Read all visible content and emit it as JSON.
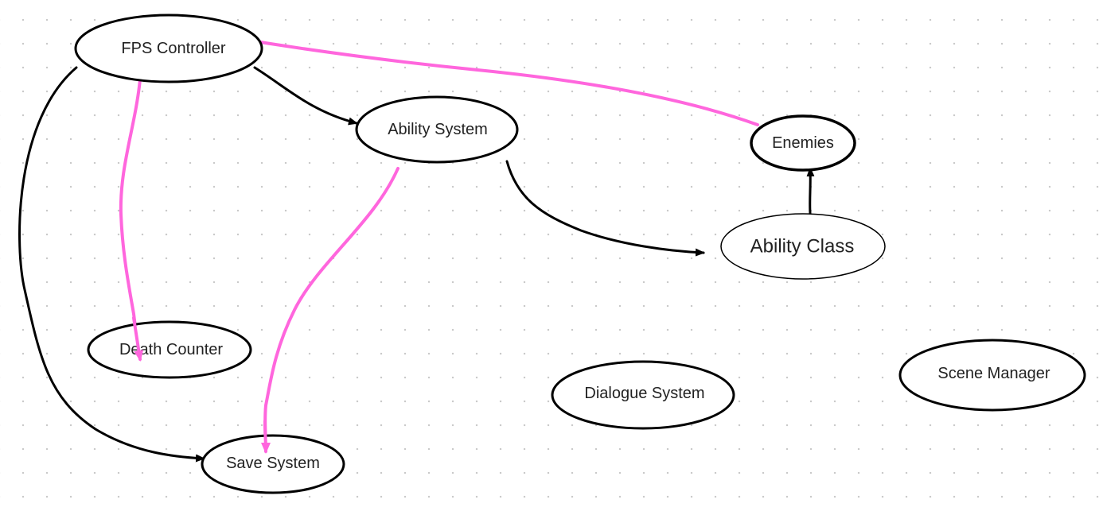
{
  "diagram": {
    "nodes": [
      {
        "id": "fps",
        "label": "FPS Controller"
      },
      {
        "id": "ability_system",
        "label": "Ability System"
      },
      {
        "id": "enemies",
        "label": "Enemies"
      },
      {
        "id": "ability_class",
        "label": "Ability Class"
      },
      {
        "id": "death_counter",
        "label": "Death Counter"
      },
      {
        "id": "dialogue",
        "label": "Dialogue System"
      },
      {
        "id": "scene_manager",
        "label": "Scene Manager"
      },
      {
        "id": "save",
        "label": "Save System"
      }
    ],
    "edges": [
      {
        "from": "fps",
        "to": "ability_system",
        "color": "#000000"
      },
      {
        "from": "fps",
        "to": "save",
        "color": "#000000"
      },
      {
        "from": "ability_system",
        "to": "ability_class",
        "color": "#000000"
      },
      {
        "from": "ability_class",
        "to": "enemies",
        "color": "#000000"
      },
      {
        "from": "fps",
        "to": "death_counter",
        "color": "#ff66dd"
      },
      {
        "from": "ability_system",
        "to": "save",
        "color": "#ff66dd"
      },
      {
        "from": "enemies",
        "to": "fps",
        "color": "#ff66dd"
      }
    ],
    "colors": {
      "black_edge": "#000000",
      "pink_edge": "#ff66dd",
      "background": "#ffffff"
    }
  }
}
